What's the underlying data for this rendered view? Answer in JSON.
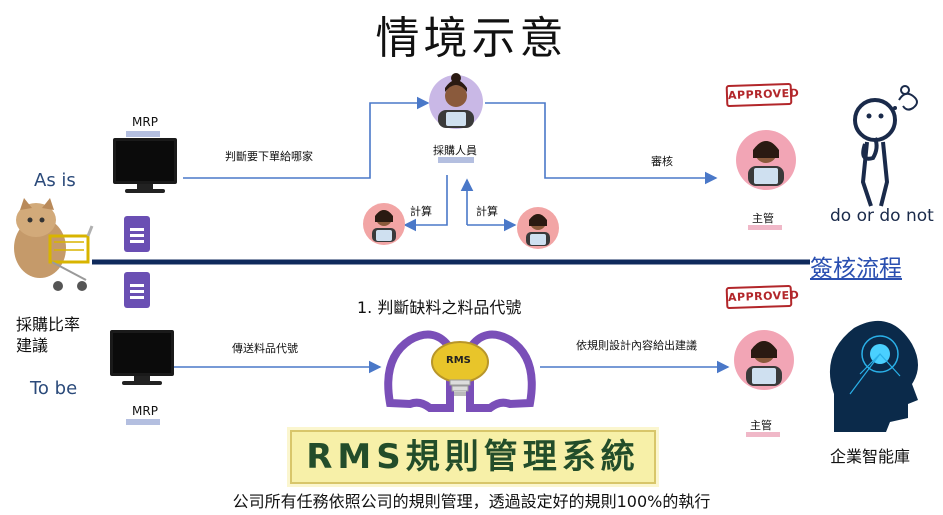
{
  "title": "情境示意",
  "as_is_label": "As is",
  "to_be_label": "To be",
  "left_caption_line1": "採購比率",
  "left_caption_line2": "建議",
  "mrp_top": "MRP",
  "mrp_bottom": "MRP",
  "arrow_decide_vendor": "判斷要下單給哪家",
  "purchaser_label": "採購人員",
  "calc_left": "計算",
  "calc_right": "計算",
  "review_label": "審核",
  "manager_top": "主管",
  "manager_bottom": "主管",
  "approved_top": "APPROVED",
  "approved_bottom": "APPROVED",
  "do_or_not": "do or do not",
  "approval_flow_link": "簽核流程",
  "step1": "1.  判斷缺料之料品代號",
  "arrow_send_code": "傳送料品代號",
  "arrow_rule_suggest": "依規則設計內容給出建議",
  "rms_bulb_text": "RMS",
  "enterprise_kb": "企業智能庫",
  "rms_banner": "RMS規則管理系統",
  "footer": "公司所有任務依照公司的規則管理，透過設定好的規則100%的執行",
  "colors": {
    "divider": "#0f2a5c",
    "arrow": "#4a78c8",
    "link": "#2a4fb0",
    "banner_bg": "#f7f0a8"
  }
}
